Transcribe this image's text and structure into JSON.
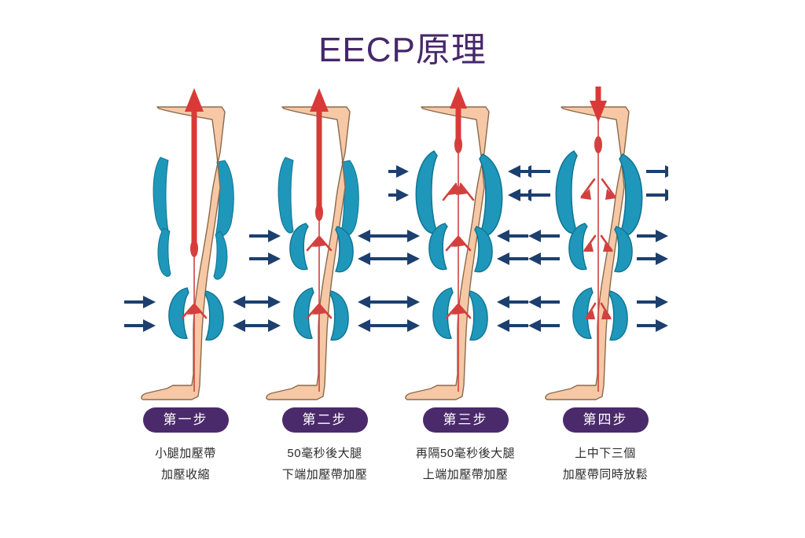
{
  "page": {
    "title": "EECP原理",
    "background_color": "#ffffff"
  },
  "colors": {
    "title_purple": "#46276b",
    "pill_purple": "#4a2a6b",
    "cuff_teal": "#1f97bb",
    "cuff_teal_dark": "#10718f",
    "skin": "#f7c8a6",
    "skin_outline": "#8a6a4a",
    "artery_red": "#d2413f",
    "arrow_red": "#d93a38",
    "arrow_navy": "#1c3f6e",
    "caption_text": "#2b2b2b"
  },
  "steps": [
    {
      "id": "step-1",
      "pill_label": "第一步",
      "caption_lines": [
        "小腿加壓帶",
        "加壓收縮"
      ],
      "central_arrow_direction": "up",
      "central_arrow_length": "long",
      "active_cuffs": [
        "calf"
      ],
      "compression_direction": "inward",
      "cuff_levels": [
        "upper-thigh",
        "lower-thigh",
        "calf"
      ]
    },
    {
      "id": "step-2",
      "pill_label": "第二步",
      "caption_lines": [
        "50毫秒後大腿",
        "下端加壓帶加壓"
      ],
      "central_arrow_direction": "up",
      "central_arrow_length": "long",
      "active_cuffs": [
        "lower-thigh",
        "calf"
      ],
      "compression_direction": "inward",
      "cuff_levels": [
        "upper-thigh",
        "lower-thigh",
        "calf"
      ]
    },
    {
      "id": "step-3",
      "pill_label": "第三步",
      "caption_lines": [
        "再隔50毫秒後大腿",
        "上端加壓帶加壓"
      ],
      "central_arrow_direction": "up",
      "central_arrow_length": "short",
      "active_cuffs": [
        "upper-thigh",
        "lower-thigh",
        "calf"
      ],
      "compression_direction": "inward",
      "cuff_levels": [
        "upper-thigh",
        "lower-thigh",
        "calf"
      ]
    },
    {
      "id": "step-4",
      "pill_label": "第四步",
      "caption_lines": [
        "上中下三個",
        "加壓帶同時放鬆"
      ],
      "central_arrow_direction": "down",
      "central_arrow_length": "short",
      "active_cuffs": [
        "upper-thigh",
        "lower-thigh",
        "calf"
      ],
      "compression_direction": "outward",
      "cuff_levels": [
        "upper-thigh",
        "lower-thigh",
        "calf"
      ]
    }
  ]
}
